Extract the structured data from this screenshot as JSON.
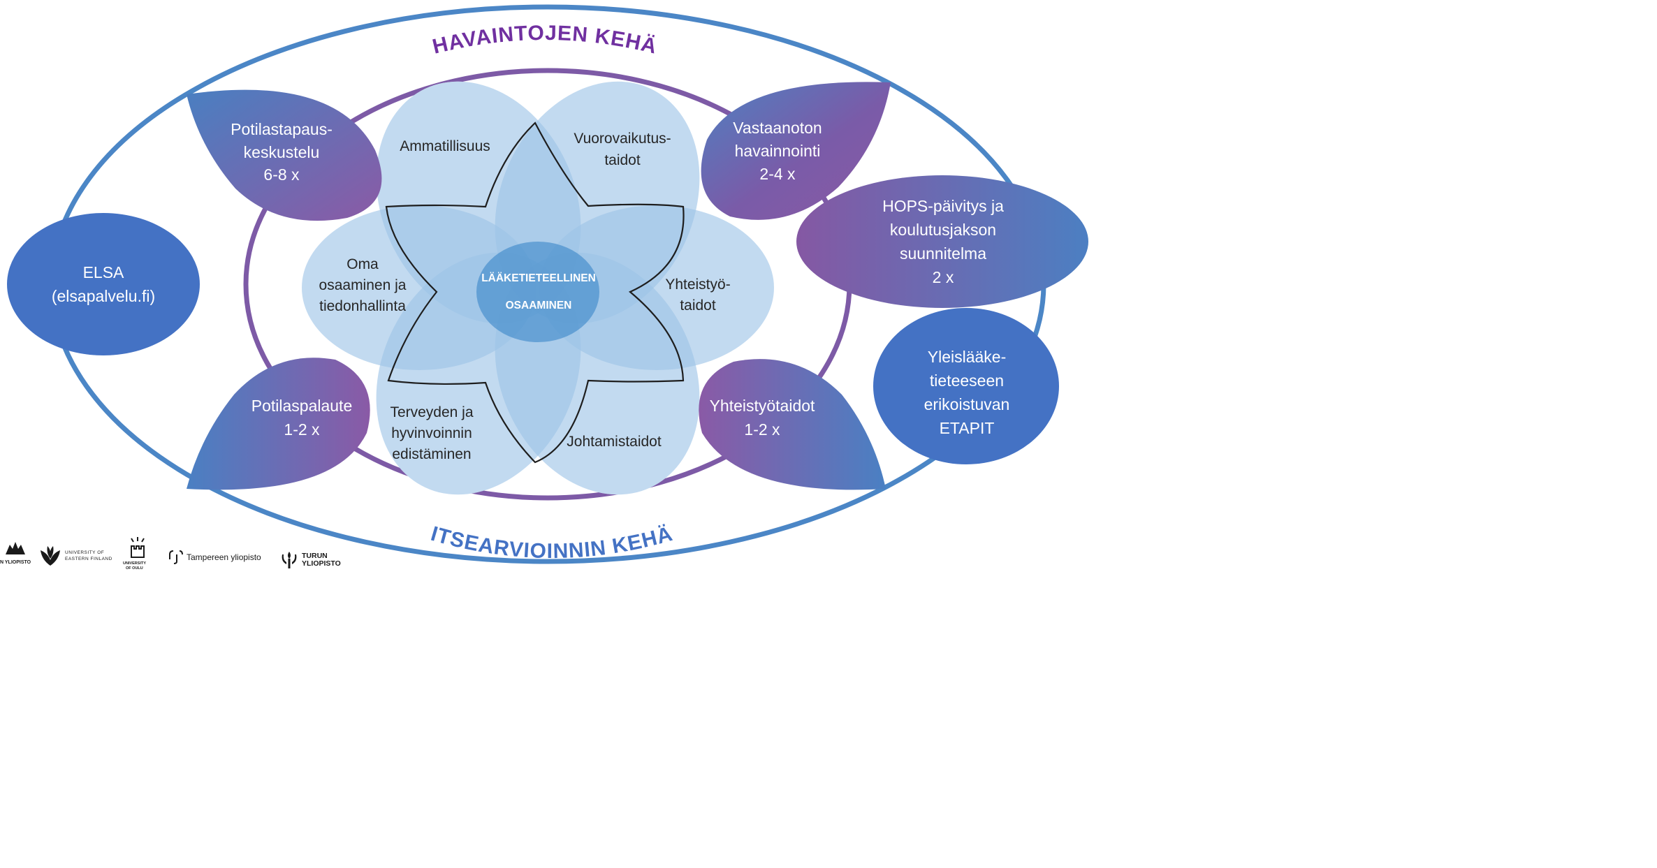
{
  "outer_ring": {
    "title_top": "HAVAINTOJEN KEHÄ",
    "title_bottom": "ITSEARVIOINNIN KEHÄ"
  },
  "center": {
    "line1": "LÄÄKETIETEELLINEN",
    "line2": "OSAAMINEN"
  },
  "petals": {
    "top_left": [
      "Ammatillisuus"
    ],
    "top_right": [
      "Vuorovaikutus-",
      "taidot"
    ],
    "left": [
      "Oma",
      "osaaminen ja",
      "tiedonhallinta"
    ],
    "right": [
      "Yhteistyö-",
      "taidot"
    ],
    "bottom_left": [
      "Terveyden ja",
      "hyvinvoinnin",
      "edistäminen"
    ],
    "bottom_right": [
      "Johtamistaidot"
    ]
  },
  "leaves": {
    "top_left": [
      "Potilastapaus-",
      "keskustelu",
      "6-8 x"
    ],
    "top_right": [
      "Vastaanoton",
      "havainnointi",
      "2-4 x"
    ],
    "bottom_left": [
      "Potilaspalaute",
      "1-2 x"
    ],
    "bottom_right": [
      "Yhteistyötaidot",
      "1-2 x"
    ]
  },
  "ellipses": {
    "elsa": [
      "ELSA",
      "(elsapalvelu.fi)"
    ],
    "hops": [
      "HOPS-päivitys ja",
      "koulutusjakson",
      "suunnitelma",
      "2 x"
    ],
    "etapit": [
      "Yleislääke-",
      "tieteeseen",
      "erikoistuvan",
      "ETAPIT"
    ]
  },
  "logos": {
    "partial_left": "N YLIOPISTO",
    "uef_line1": "UNIVERSITY OF",
    "uef_line2": "EASTERN FINLAND",
    "oulu_line1": "UNIVERSITY",
    "oulu_line2": "OF OULU",
    "tampere": "Tampereen yliopisto",
    "turku_line1": "TURUN",
    "turku_line2": "YLIOPISTO"
  },
  "colors": {
    "outer_ring": "#4b86c6",
    "inner_ring": "#7d5aa6",
    "title_top": "#7030a0",
    "title_bottom": "#4472c4",
    "petal_light": "#9dc3e6",
    "leaf_purple": "#8057a5",
    "leaf_blue": "#4a7fc1",
    "ellipse_blue": "#4472c4"
  }
}
